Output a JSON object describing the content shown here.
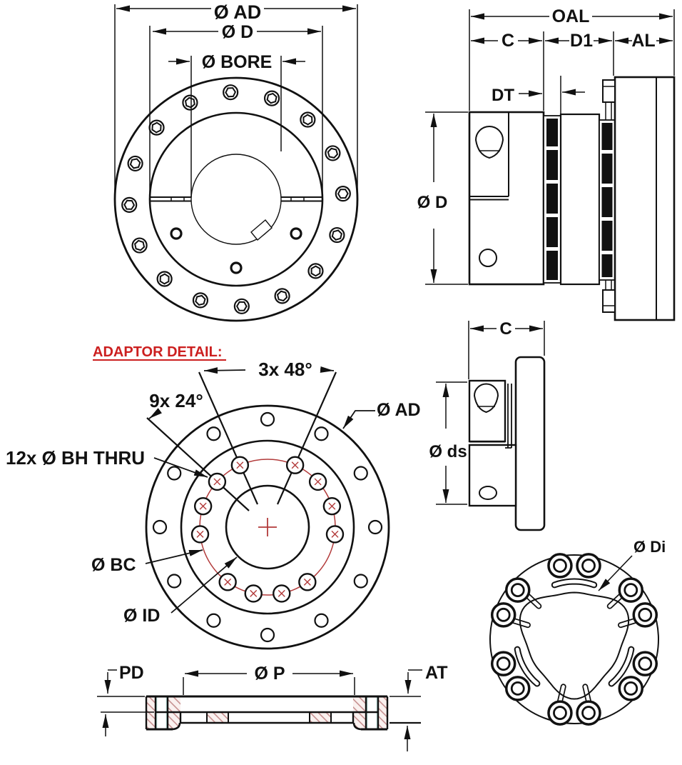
{
  "labels": {
    "front": {
      "ad": "Ø AD",
      "d": "Ø D",
      "bore": "Ø BORE"
    },
    "side": {
      "oal": "OAL",
      "c": "C",
      "d1": "D1",
      "al": "AL",
      "dt": "DT",
      "d": "Ø D"
    },
    "adaptor": {
      "title": "ADAPTOR DETAIL:",
      "group_angle": "3x 48°",
      "hole_angle": "9x 24°",
      "bolt_thru": "12x Ø BH THRU",
      "ad": "Ø AD",
      "bc": "Ø BC",
      "id": "Ø ID"
    },
    "adaptor_side": {
      "c": "C",
      "ds": "Ø ds"
    },
    "element": {
      "di": "Ø Di"
    },
    "section": {
      "pd": "PD",
      "p": "Ø P",
      "at": "AT"
    }
  },
  "colors": {
    "line": "#111111",
    "red_accent": "#cc1f1f",
    "bolt_circle_red": "#b23a3a",
    "hatch_line": "#c08484",
    "hatch_bg": "#faf1ef",
    "teal_edge": "#a9cfc8"
  }
}
